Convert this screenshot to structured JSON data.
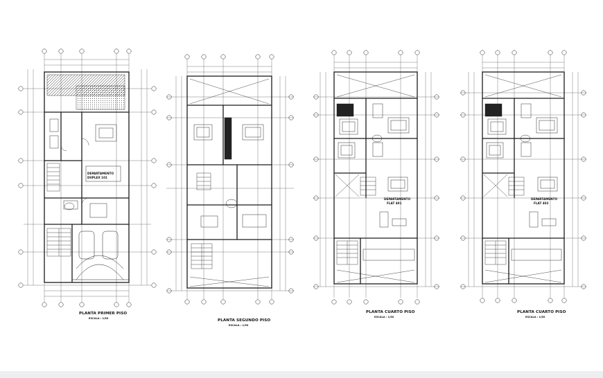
{
  "colors": {
    "line": "#1a1a1a",
    "background": "#ffffff",
    "footer": "#eceef0"
  },
  "plans": [
    {
      "id": "primer",
      "title": "PLANTA PRIMER PISO",
      "scale": "ESCALA : 1/50",
      "rooms": [
        "DEPARTAMENTO",
        "DUPLEX 101"
      ]
    },
    {
      "id": "segundo",
      "title": "PLANTA SEGUNDO PISO",
      "scale": "ESCALA : 1/50",
      "rooms": []
    },
    {
      "id": "cuarto-a",
      "title": "PLANTA CUARTO PISO",
      "scale": "ESCALA : 1/50",
      "rooms": [
        "DEPARTAMENTO",
        "FLAT 401"
      ]
    },
    {
      "id": "cuarto-b",
      "title": "PLANTA CUARTO PISO",
      "scale": "ESCALA : 1/50",
      "rooms": [
        "DEPARTAMENTO",
        "FLAT 402"
      ]
    }
  ]
}
